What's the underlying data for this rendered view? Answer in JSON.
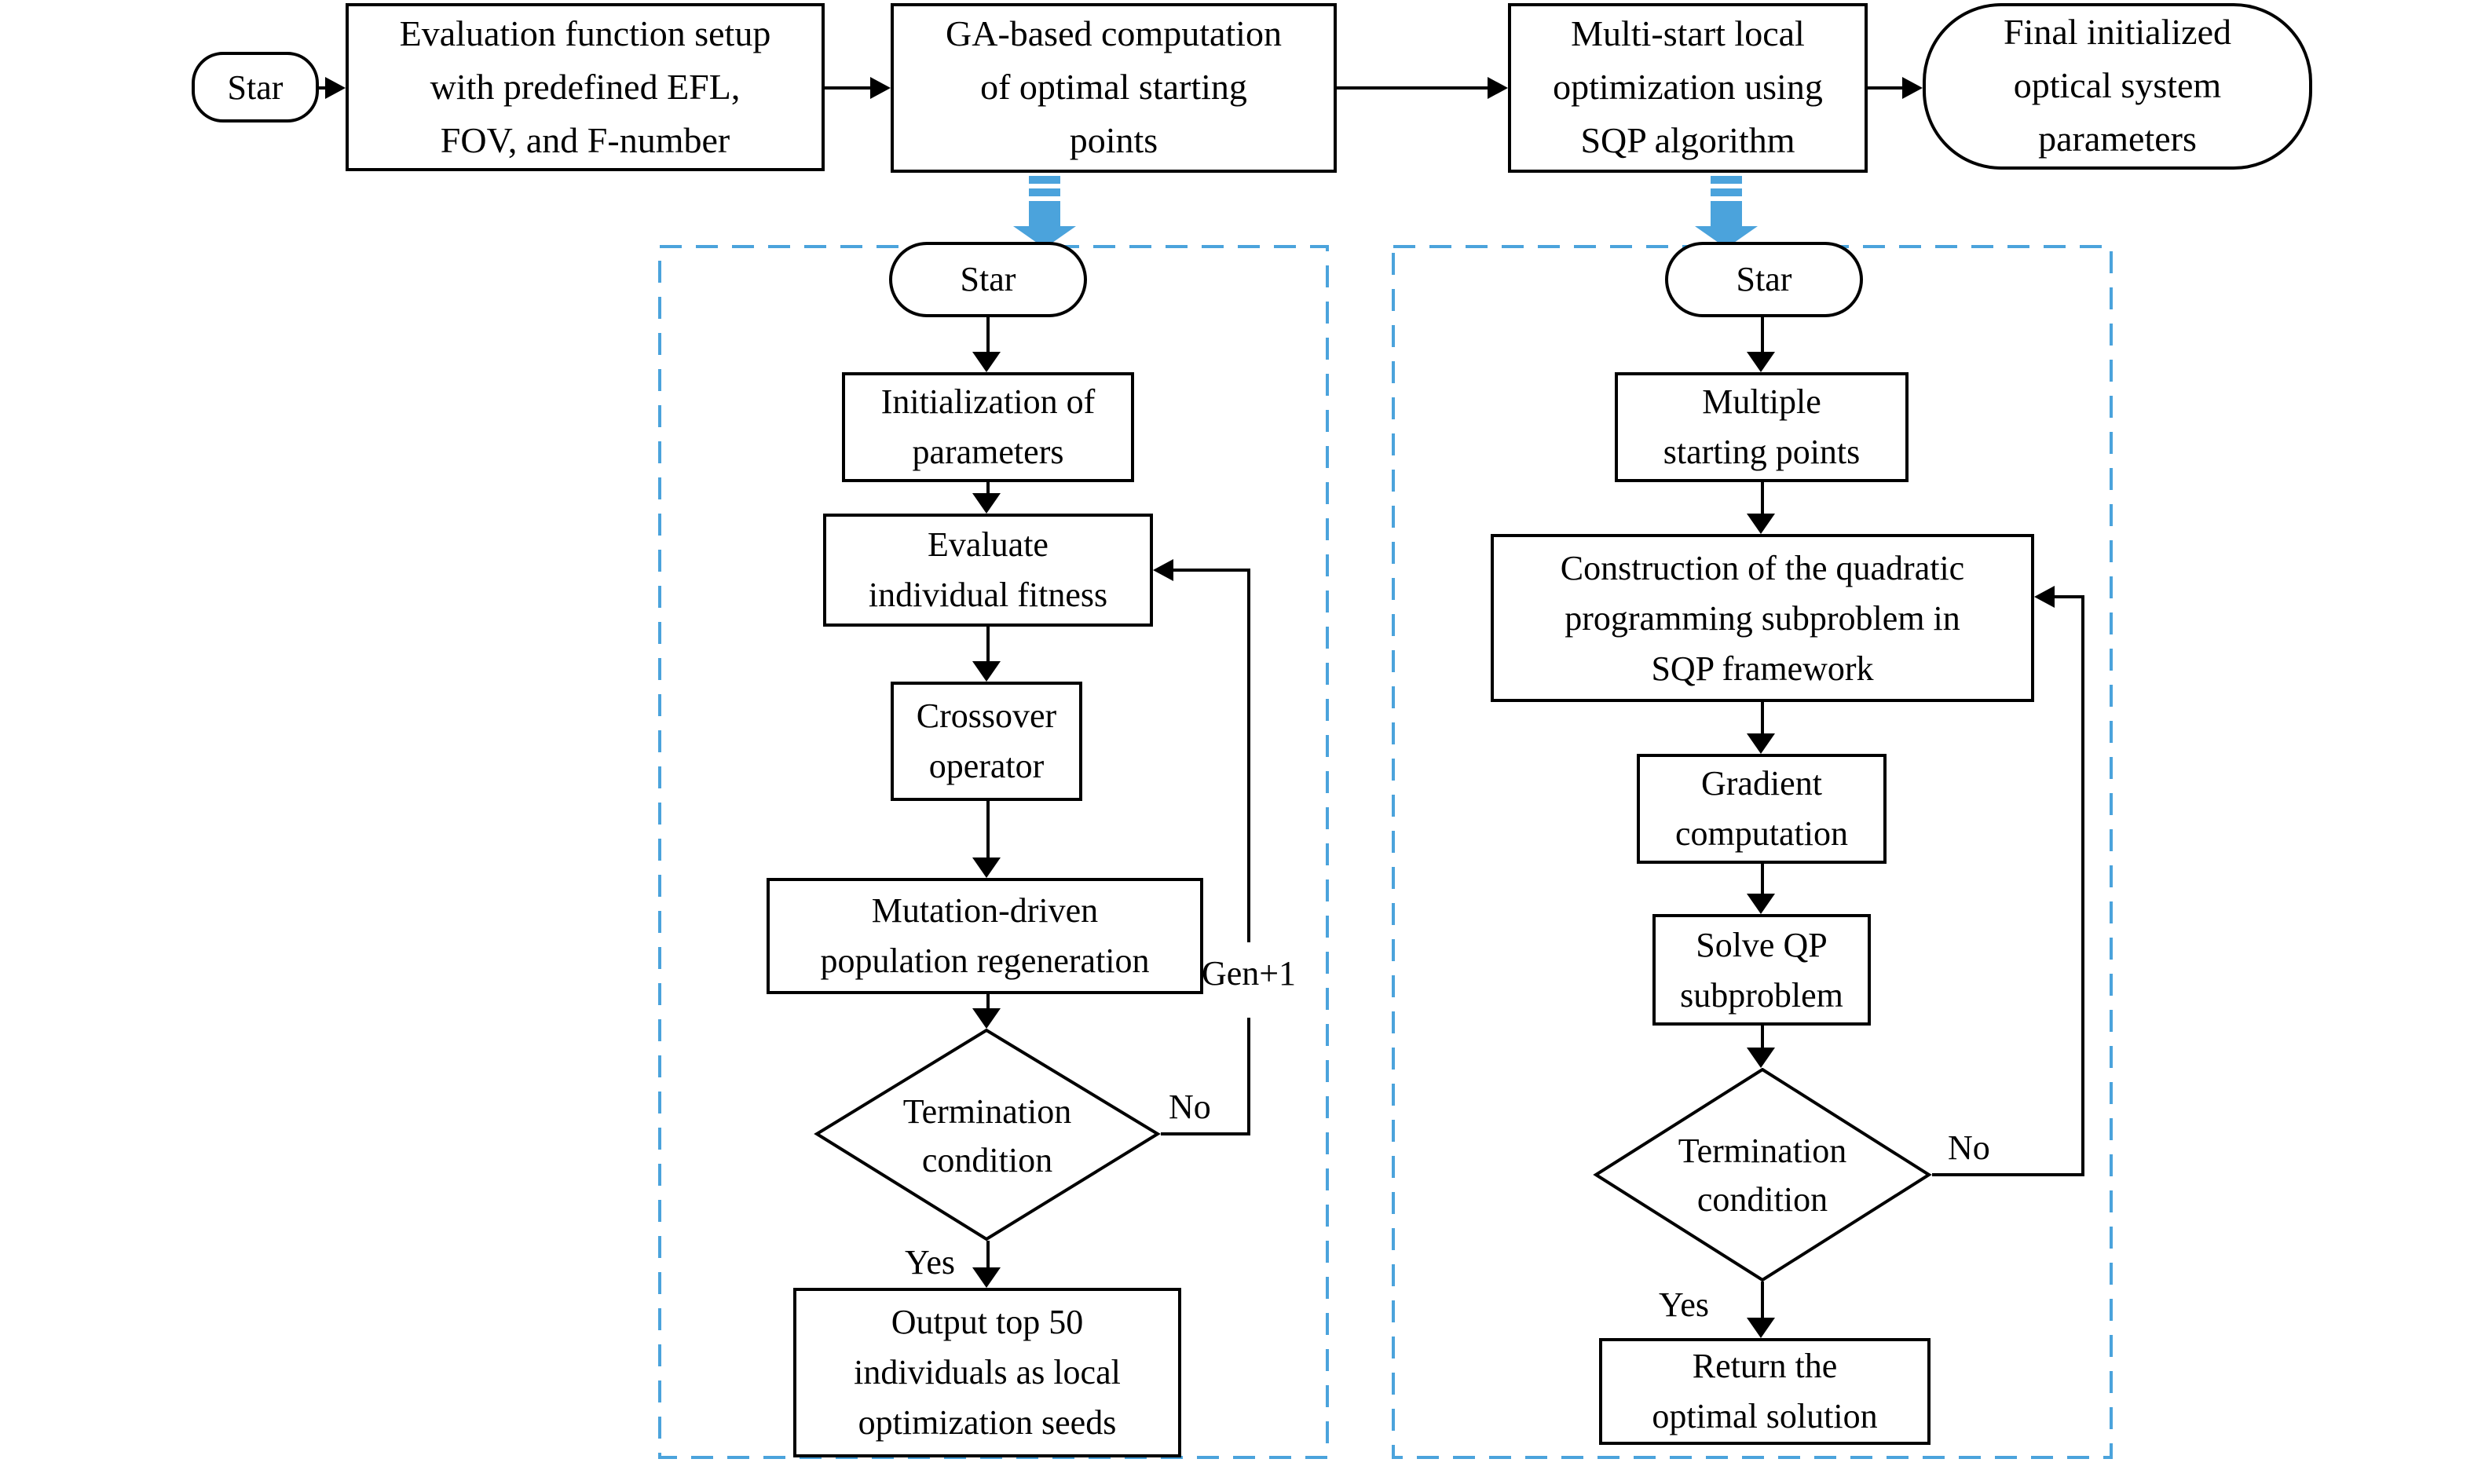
{
  "colors": {
    "accent_blue": "#4BA3DC",
    "stroke": "#000000",
    "background": "#FFFFFF"
  },
  "top_row": {
    "start_label": "Star",
    "boxes": [
      {
        "text": "Evaluation function setup\nwith predefined EFL,\nFOV, and F-number"
      },
      {
        "text": "GA-based computation\nof optimal starting\npoints"
      },
      {
        "text": "Multi-start local\noptimization using\nSQP algorithm"
      }
    ],
    "end_text": "Final initialized\noptical system\nparameters"
  },
  "ga_panel": {
    "start_label": "Star",
    "steps": {
      "init": "Initialization of\nparameters",
      "evaluate": "Evaluate\nindividual fitness",
      "crossover": "Crossover\noperator",
      "mutation": "Mutation-driven\npopulation regeneration",
      "decision": "Termination\ncondition",
      "output": "Output top 50\nindividuals as local\noptimization seeds"
    },
    "labels": {
      "no": "No",
      "yes": "Yes",
      "loop": "Gen+1"
    }
  },
  "sqp_panel": {
    "start_label": "Star",
    "steps": {
      "multiple": "Multiple\nstarting points",
      "construction": "Construction of the quadratic\nprogramming subproblem in\nSQP framework",
      "gradient": "Gradient\ncomputation",
      "solve": "Solve QP\nsubproblem",
      "decision": "Termination\ncondition",
      "return": "Return the\noptimal solution"
    },
    "labels": {
      "no": "No",
      "yes": "Yes"
    }
  }
}
